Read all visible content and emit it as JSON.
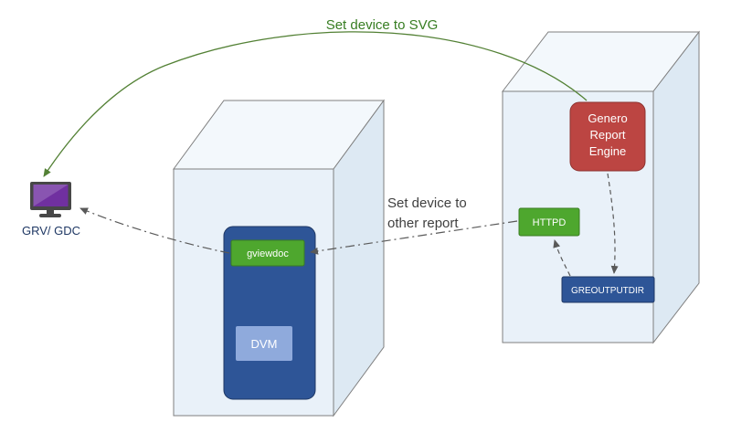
{
  "diagram": {
    "top_label": "Set device to SVG",
    "mid_label_line1": "Set device to",
    "mid_label_line2": "other report",
    "client_label": "GRV/ GDC",
    "gviewdoc": "gviewdoc",
    "dvm": "DVM",
    "engine_line1": "Genero",
    "engine_line2": "Report",
    "engine_line3": "Engine",
    "httpd": "HTTPD",
    "outputdir": "GREOUTPUTDIR"
  },
  "colors": {
    "green": "#4ea72e",
    "red": "#bc4542",
    "blue": "#2e5597",
    "light_blue": "#8faadc",
    "monitor_frame": "#474747",
    "monitor_screen": "#7030a0",
    "arrow_green": "#538135",
    "arrow_gray": "#595959"
  }
}
